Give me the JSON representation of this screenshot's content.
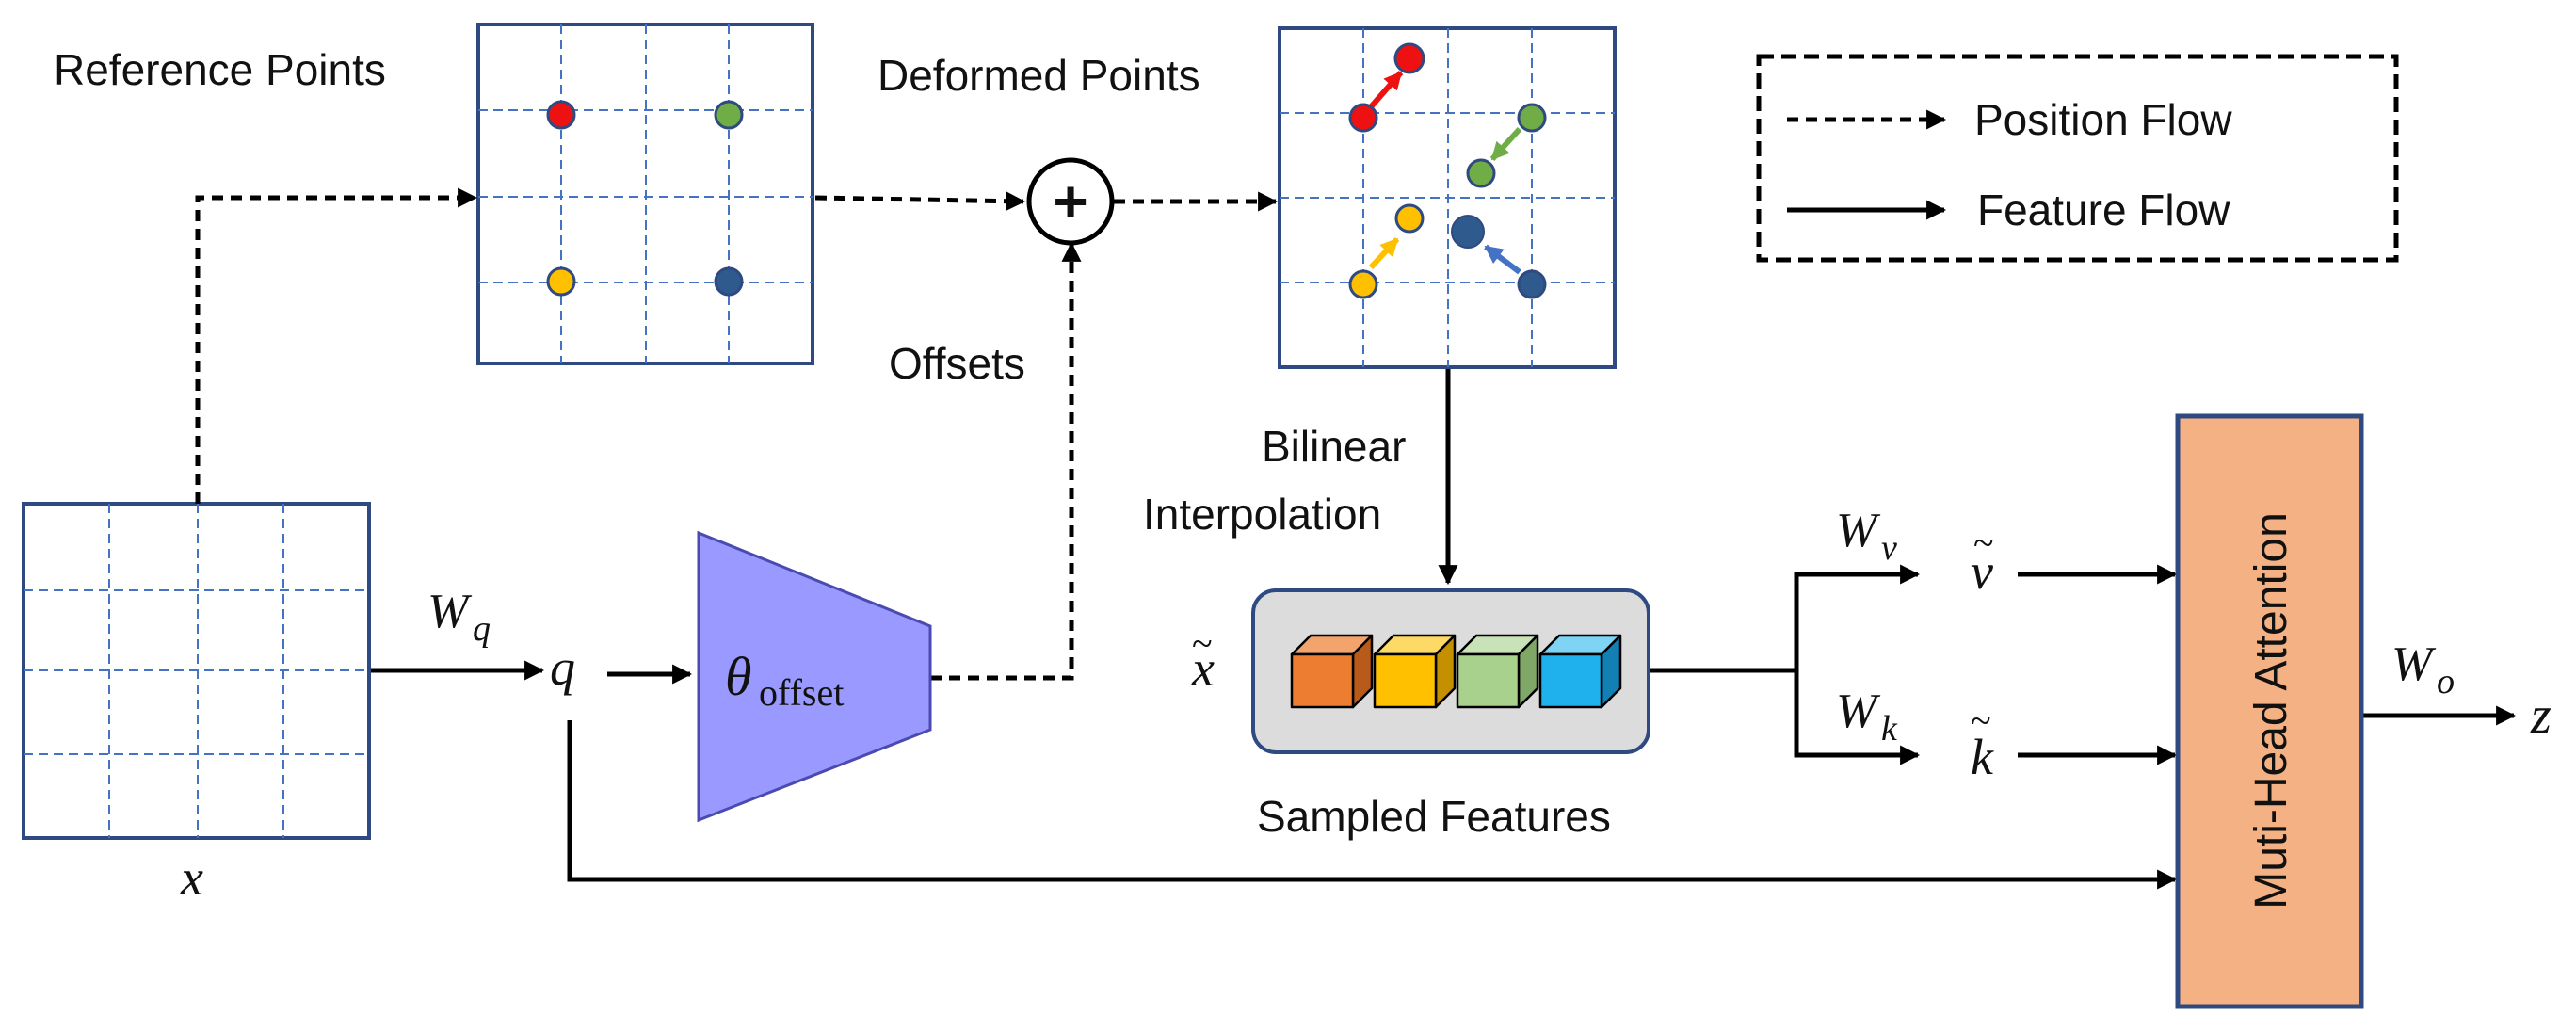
{
  "labels": {
    "reference_points": "Reference Points",
    "deformed_points": "Deformed Points",
    "offsets": "Offsets",
    "bilinear": "Bilinear",
    "interpolation": "Interpolation",
    "sampled_features": "Sampled Features",
    "mha": "Muti-Head Attention",
    "plus": "+"
  },
  "math": {
    "x": "x",
    "x_tilde": "x",
    "W": "W",
    "q_sub": "q",
    "v_sub": "v",
    "k_sub": "k",
    "o_sub": "o",
    "q": "q",
    "v_tilde": "v",
    "k_tilde": "k",
    "z": "z",
    "tilde": "~",
    "theta": "θ",
    "theta_sub": "offset"
  },
  "legend": {
    "position_flow": "Position Flow",
    "feature_flow": "Feature Flow"
  },
  "colors": {
    "grid_border": "#2f4a80",
    "grid_line": "#4472c4",
    "red": "#ee1111",
    "green": "#70ad47",
    "yellow": "#ffc000",
    "blue": "#2e5a8e",
    "network": "#9999ff",
    "mha_fill": "#f4b183",
    "cube_orange": "#ed7d31",
    "cube_yellow": "#ffc000",
    "cube_green": "#a9d18e",
    "cube_blue": "#1fb0ee"
  }
}
